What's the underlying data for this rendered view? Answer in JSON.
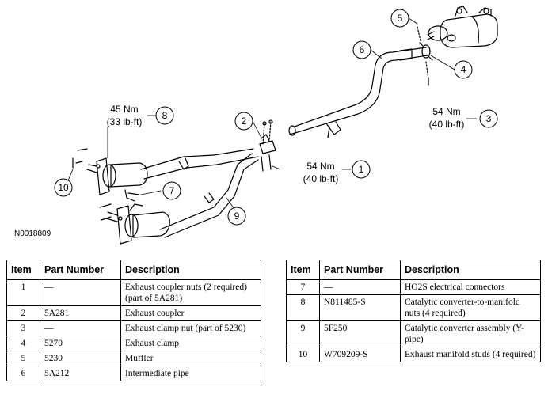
{
  "figure_id": "N0018809",
  "callouts": [
    {
      "num": "1"
    },
    {
      "num": "2"
    },
    {
      "num": "3"
    },
    {
      "num": "4"
    },
    {
      "num": "5"
    },
    {
      "num": "6"
    },
    {
      "num": "7"
    },
    {
      "num": "8"
    },
    {
      "num": "9"
    },
    {
      "num": "10"
    }
  ],
  "torques": {
    "t8": {
      "line1": "45 Nm",
      "line2": "(33 lb-ft)"
    },
    "t1": {
      "line1": "54 Nm",
      "line2": "(40 lb-ft)"
    },
    "t3": {
      "line1": "54 Nm",
      "line2": "(40 lb-ft)"
    }
  },
  "table": {
    "headers": {
      "item": "Item",
      "part": "Part Number",
      "desc": "Description"
    },
    "left_rows": [
      {
        "item": "1",
        "part": "—",
        "desc": "Exhaust coupler nuts (2 required) (part of 5A281)"
      },
      {
        "item": "2",
        "part": "5A281",
        "desc": "Exhaust coupler"
      },
      {
        "item": "3",
        "part": "—",
        "desc": "Exhaust clamp nut (part of 5230)"
      },
      {
        "item": "4",
        "part": "5270",
        "desc": "Exhaust clamp"
      },
      {
        "item": "5",
        "part": "5230",
        "desc": "Muffler"
      },
      {
        "item": "6",
        "part": "5A212",
        "desc": "Intermediate pipe"
      }
    ],
    "right_rows": [
      {
        "item": "7",
        "part": "—",
        "desc": "HO2S electrical connectors"
      },
      {
        "item": "8",
        "part": "N811485-S",
        "desc": "Catalytic converter-to-manifold nuts (4 required)"
      },
      {
        "item": "9",
        "part": "5F250",
        "desc": "Catalytic converter assembly (Y-pipe)"
      },
      {
        "item": "10",
        "part": "W709209-S",
        "desc": "Exhaust manifold studs (4 required)"
      }
    ]
  }
}
